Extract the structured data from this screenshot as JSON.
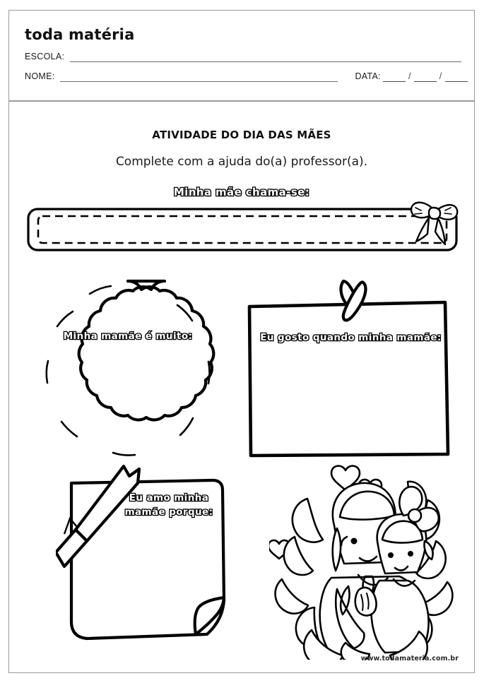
{
  "brand": {
    "logo_text": "toda matéria",
    "site_url": "www.todamateria.com.br"
  },
  "header": {
    "escola_label": "ESCOLA:",
    "nome_label": "NOME:",
    "data_label": "DATA:",
    "date_separator": "/"
  },
  "worksheet": {
    "title": "ATIVIDADE DO DIA DAS MÃES",
    "instruction": "Complete com a ajuda do(a) professor(a)."
  },
  "prompts": {
    "name_strip": "Minha mãe chama-se:",
    "cloud": "Minha mamãe é muito:",
    "pinned": "Eu gosto quando minha mamãe:",
    "note_line1": "Eu amo minha",
    "note_line2": "mamãe porque:"
  },
  "style": {
    "ink": "#000000",
    "frame": "#9a9a9a",
    "paper": "#ffffff"
  }
}
